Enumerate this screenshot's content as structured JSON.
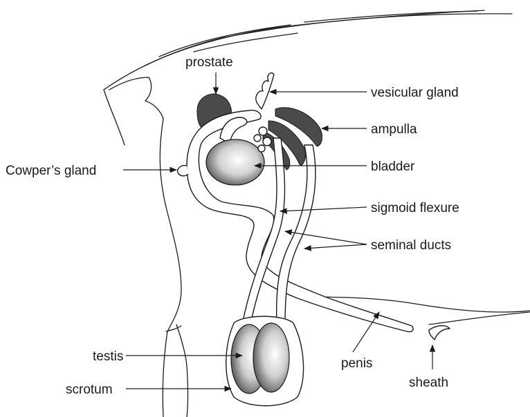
{
  "labels": {
    "prostate": "prostate",
    "vesicular_gland": "vesicular gland",
    "ampulla": "ampulla",
    "cowpers_gland": "Cowper’s gland",
    "bladder": "bladder",
    "sigmoid_flexure": "sigmoid flexure",
    "seminal_ducts": "seminal ducts",
    "testis": "testis",
    "scrotum": "scrotum",
    "penis": "penis",
    "sheath": "sheath"
  },
  "colors": {
    "outline": "#1a1a1a",
    "dark_gland": "#4a4a4a",
    "organ_light": "#ffffff",
    "organ_shadow": "#555555"
  }
}
